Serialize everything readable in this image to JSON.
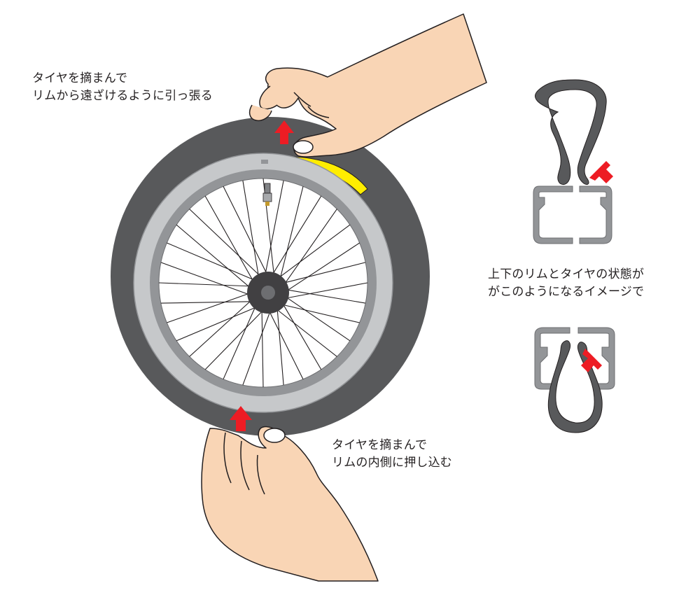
{
  "captions": {
    "top": [
      "タイヤを摘まんで",
      "リムから遠ざけるように引っ張る"
    ],
    "right": [
      "上下のリムとタイヤの状態が",
      "がこのようになるイメージで"
    ],
    "bottom": [
      "タイヤを摘まんで",
      "リムの内側に押し込む"
    ]
  },
  "colors": {
    "tire": "#58595b",
    "rim_outer": "#c6c8ca",
    "rim_inner": "#939598",
    "tire_bead": "#ffed00",
    "arrow": "#ed1c24",
    "skin": "#f9d5b5",
    "outline": "#231f20"
  },
  "icons": {
    "arrow": "red-arrow-icon"
  }
}
